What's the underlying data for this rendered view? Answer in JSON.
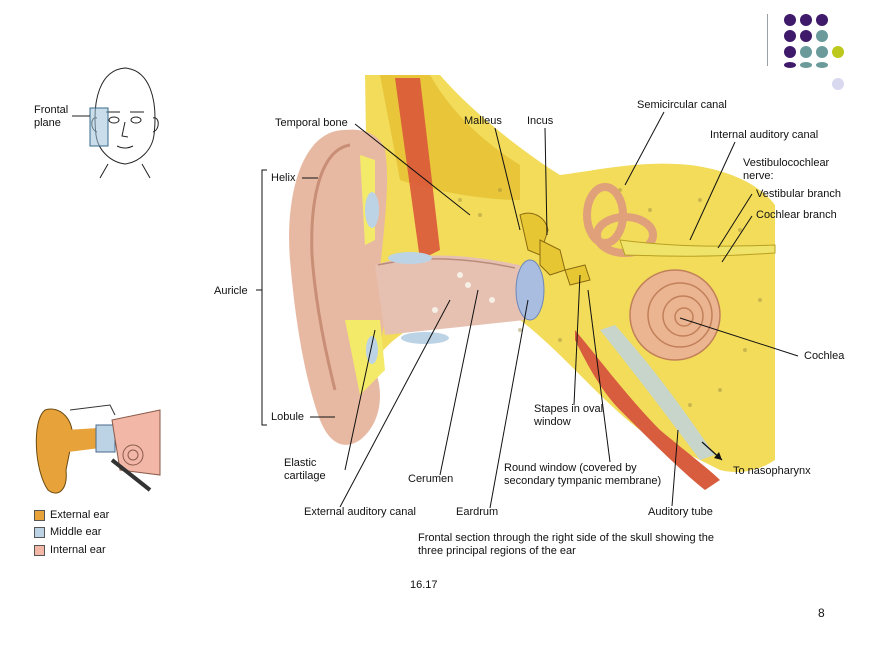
{
  "labels": {
    "frontal_plane": "Frontal plane",
    "temporal_bone": "Temporal bone",
    "malleus": "Malleus",
    "incus": "Incus",
    "semicircular_canal": "Semicircular canal",
    "internal_auditory_canal": "Internal auditory canal",
    "vestibulocochlear_nerve": "Vestibulocochlear nerve:",
    "vestibular_branch": "Vestibular branch",
    "cochlear_branch": "Cochlear branch",
    "helix": "Helix",
    "auricle": "Auricle",
    "lobule": "Lobule",
    "cochlea": "Cochlea",
    "stapes": "Stapes in oval window",
    "elastic_cartilage": "Elastic cartilage",
    "cerumen": "Cerumen",
    "round_window": "Round window (covered by secondary tympanic membrane)",
    "to_nasopharynx": "To nasopharynx",
    "external_auditory_canal": "External auditory canal",
    "eardrum": "Eardrum",
    "auditory_tube": "Auditory tube"
  },
  "legend": [
    {
      "label": "External ear",
      "color": "#e8a23a"
    },
    {
      "label": "Middle ear",
      "color": "#bcd3e6"
    },
    {
      "label": "Internal ear",
      "color": "#f2b7a6"
    }
  ],
  "caption": "Frontal section through the right side of the skull showing the three principal regions of the ear",
  "figure_number": "16.17",
  "page_number": "8",
  "colors": {
    "dot_purple": "#3f1a6b",
    "dot_teal": "#6a9a9a",
    "dot_lime": "#bcc81c",
    "dot_lavender": "#d8d8ee",
    "bone_yellow": "#f0d84a",
    "skin": "#e9c3b0",
    "cochlea": "#eab590"
  }
}
